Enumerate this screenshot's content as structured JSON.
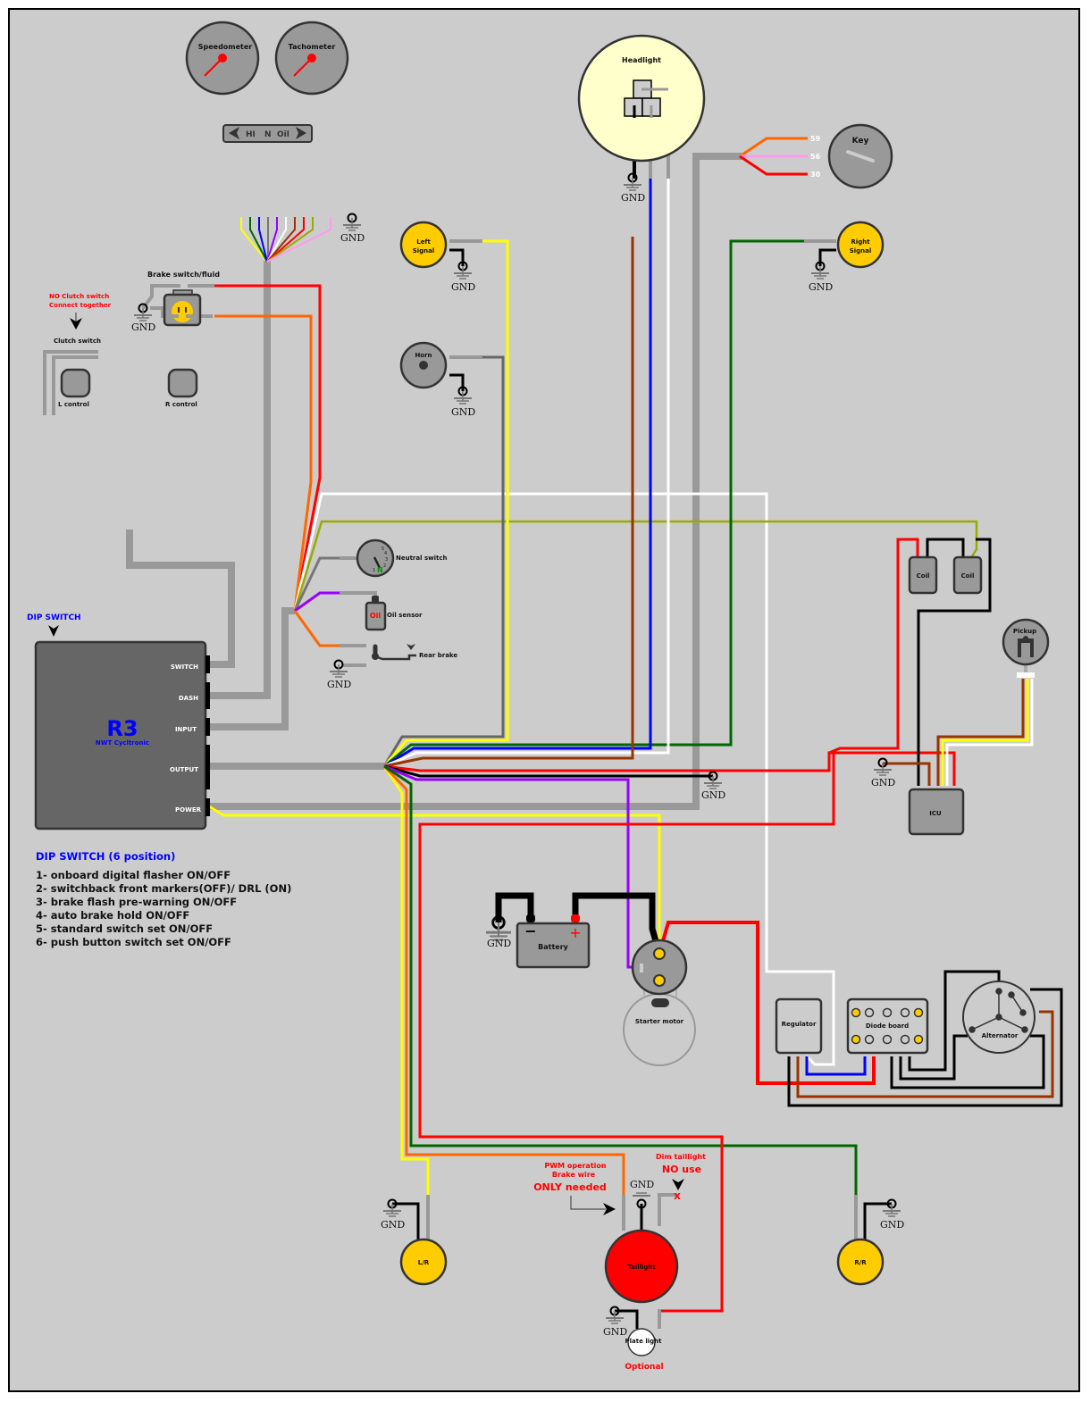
{
  "gnd_label": "GND",
  "dash": {
    "speedometer": "Speedometer",
    "tachometer": "Tachometer",
    "indicators": [
      "HI",
      "N",
      "Oil"
    ]
  },
  "headlight": "Headlight",
  "key": {
    "label": "Key",
    "terminals": [
      "59",
      "56",
      "30"
    ]
  },
  "signals": {
    "left": [
      "Left",
      "Signal"
    ],
    "right": [
      "Right",
      "Signal"
    ],
    "rear_left": "L/R",
    "rear_right": "R/R"
  },
  "horn": "Horn",
  "brake_switch": "Brake switch/fluid",
  "clutch_note": [
    "NO Clutch switch",
    "Connect together"
  ],
  "clutch_switch": "Clutch switch",
  "controls": {
    "left": "L control",
    "right": "R control"
  },
  "neutral_switch": {
    "label": "Neutral switch",
    "gears": [
      "1",
      "2",
      "3",
      "4",
      "5"
    ],
    "neutral": "N"
  },
  "oil_sensor": {
    "label": "Oil sensor",
    "text": "Oil"
  },
  "rear_brake": "Rear brake",
  "controller": {
    "dip_label": "DIP SWITCH",
    "name": "R3",
    "brand": "NWT Cycltronic",
    "ports": [
      "SWITCH",
      "DASH",
      "INPUT",
      "OUTPUT",
      "POWER"
    ]
  },
  "dip_info": {
    "title": "DIP SWITCH (6 position)",
    "items": [
      "1- onboard digital flasher ON/OFF",
      "2- switchback front markers(OFF)/ DRL (ON)",
      "3- brake flash pre-warning ON/OFF",
      "4- auto brake hold ON/OFF",
      "5- standard switch set ON/OFF",
      "6- push button switch set ON/OFF"
    ]
  },
  "ignition": {
    "coil": "Coil",
    "pickup": "Pickup",
    "icu": "ICU"
  },
  "battery": {
    "label": "Battery",
    "minus": "−",
    "plus": "+"
  },
  "starter_motor": "Starter motor",
  "charging": {
    "regulator": "Regulator",
    "diode_board": "Diode board",
    "alternator": "Alternator"
  },
  "taillight": {
    "label": "Taillight",
    "pwm_note": [
      "PWM operation",
      "Brake wire",
      "ONLY needed"
    ],
    "dim_note": [
      "Dim taillight",
      "NO use"
    ],
    "x_mark": "X",
    "plate_light": "Plate light",
    "optional": "Optional"
  },
  "colors": {
    "background": "#cccccc",
    "component": "#999999",
    "controller": "#666666",
    "signal": "#ffcc00",
    "headlight": "#ffffcc",
    "taillight": "#ff0000",
    "note_red": "#ff0000",
    "note_blue": "#0000ff"
  }
}
